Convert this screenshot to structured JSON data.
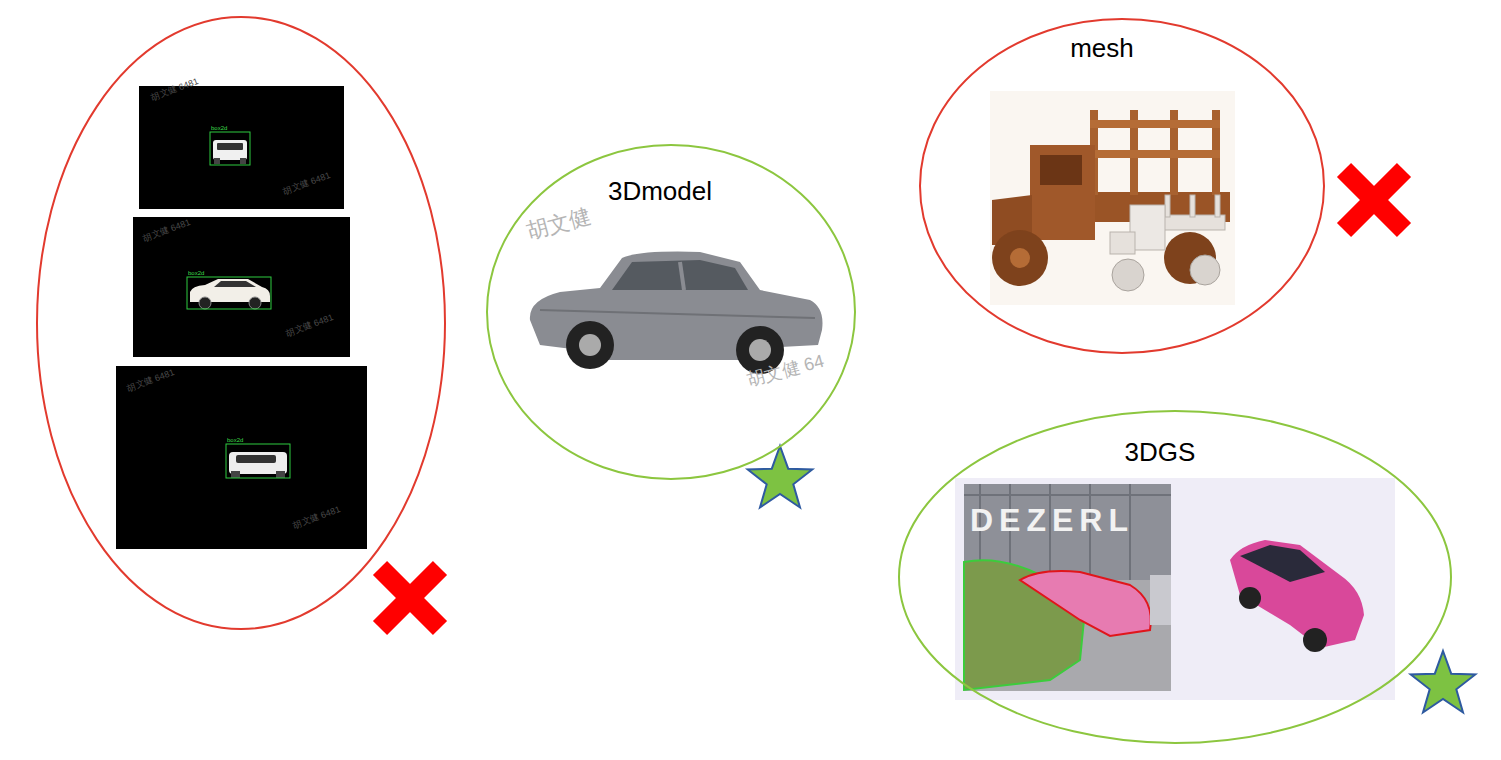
{
  "diagram": {
    "nodes": [
      {
        "text": [
          "3Dmodel"
        ]
      },
      {
        "text": [
          "mesh"
        ]
      },
      {
        "text": [
          "3DGS"
        ]
      }
    ],
    "labels": [
      "box2d",
      "胡文健 6481",
      "胡文健 6481",
      "box2d",
      "胡文健 6481",
      "胡文健 6481",
      "box2d",
      "胡文健 6481",
      "胡文健 6481",
      "胡文健",
      "胡文健 64",
      "DEZERL"
    ]
  }
}
